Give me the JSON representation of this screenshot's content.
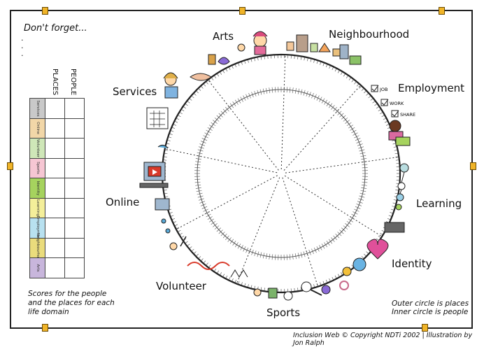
{
  "header_note": "Don't forget...",
  "header_dots": "·\n·\n·",
  "columns": {
    "places": "PLACES",
    "people": "PEOPLE"
  },
  "domains": [
    {
      "label": "Arts",
      "color": "#c9c9c9"
    },
    {
      "label": "Neighbourhood",
      "color": "#f2d7a8"
    },
    {
      "label": "Employment",
      "color": "#cfe7b8"
    },
    {
      "label": "Learning",
      "color": "#f6c6d3"
    },
    {
      "label": "Identity",
      "color": "#a6d35e"
    },
    {
      "label": "Sports",
      "color": "#f4ef9a"
    },
    {
      "label": "Volunteer",
      "color": "#b8e1f0"
    },
    {
      "label": "Online",
      "color": "#eadc7c"
    },
    {
      "label": "Services",
      "color": "#c8b6dc"
    }
  ],
  "table_tags": [
    "Services",
    "Online",
    "Volunteer",
    "Sports",
    "Identity",
    "Learning",
    "Employment",
    "Neighbourhood",
    "Arts"
  ],
  "table_colors": [
    "#c9c9c9",
    "#f2d7a8",
    "#cfe7b8",
    "#f6c6d3",
    "#a6d35e",
    "#f4ef9a",
    "#b8e1f0",
    "#eadc7c",
    "#c8b6dc"
  ],
  "checklist": [
    "JOB",
    "WORK",
    "SHARE"
  ],
  "scores_note": "Scores for the people\nand the places for each\nlife domain",
  "circle_note": "Outer circle is places\nInner circle is people",
  "footer": "Inclusion Web © Copyright NDTi 2002 |  Illustration by Jon Ralph"
}
